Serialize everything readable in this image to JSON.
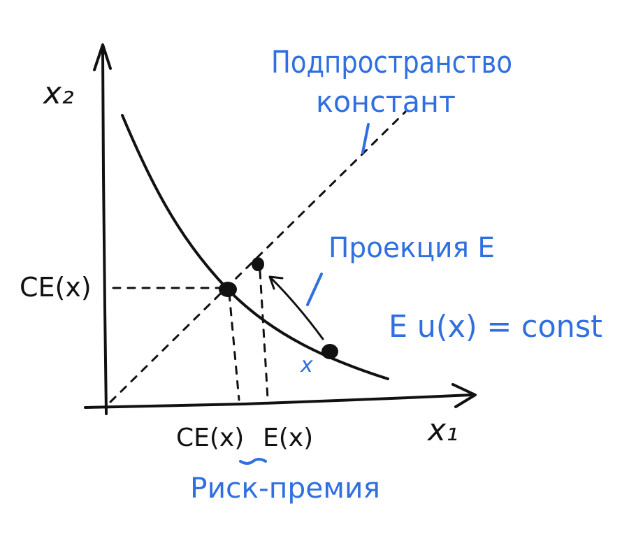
{
  "axes": {
    "x_label": "x₁",
    "y_label": "x₂"
  },
  "labels": {
    "ce_y": "CE(x)",
    "ce_x": "CE(x)",
    "ex_x": "E(x)",
    "point_x": "x"
  },
  "annotations": {
    "subspace_line1": "Подпространство",
    "subspace_line2": "констант",
    "projection": "Проекция E",
    "constraint": "E u(x) = const",
    "risk_premium": "Риск-премия"
  },
  "colors": {
    "ink": "#111111",
    "annotation": "#2f6fe0"
  }
}
